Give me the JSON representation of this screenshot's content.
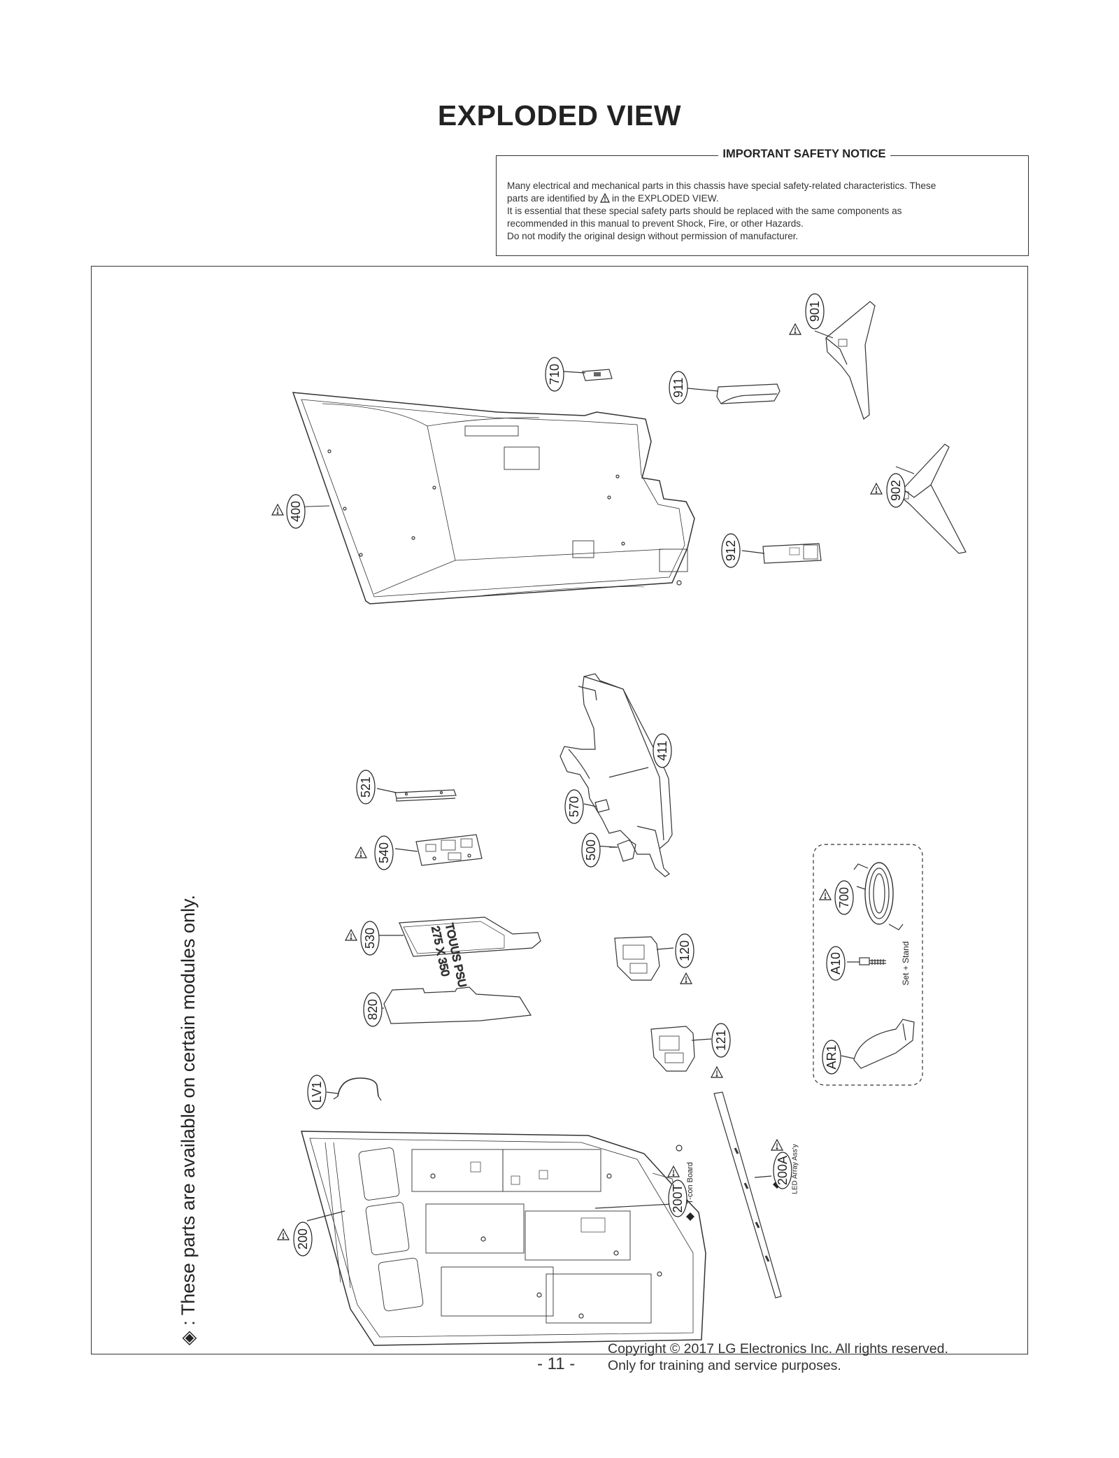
{
  "page": {
    "title": "EXPLODED VIEW",
    "page_number": "- 11 -"
  },
  "notice": {
    "title": "IMPORTANT SAFETY NOTICE",
    "line1": "Many electrical and mechanical parts in this chassis have special safety-related characteristics. These",
    "line2_pre": "parts are identified by",
    "line2_post": "in the EXPLODED VIEW.",
    "line3": "It is essential that these special safety parts should be replaced with the same components as",
    "line4": "recommended in this manual to prevent Shock, Fire, or other Hazards.",
    "line5": "Do not modify the original design without permission of manufacturer."
  },
  "diagram": {
    "side_note": "◈ : These parts are available on certain modules only.",
    "parts": {
      "p901": "901",
      "p710": "710",
      "p911": "911",
      "p400": "400",
      "p902": "902",
      "p912": "912",
      "p411": "411",
      "p521": "521",
      "p570": "570",
      "p540": "540",
      "p500": "500",
      "p700": "700",
      "p530": "530",
      "p120": "120",
      "pA10": "A10",
      "p820": "820",
      "p121": "121",
      "pAR1": "AR1",
      "pLV1": "LV1",
      "p200A": "200A",
      "p200T": "200T",
      "p200": "200"
    },
    "notes": {
      "set_stand": "Set + Stand",
      "led_array": "LED Array Ass'y",
      "tcon": "T-con Board"
    },
    "psu_text1": "TOUUS PSU",
    "psu_text2": "275 X 350"
  },
  "footer": {
    "copyright": "Copyright © 2017 LG Electronics Inc. All rights reserved.",
    "purpose": "Only for training and service purposes."
  }
}
